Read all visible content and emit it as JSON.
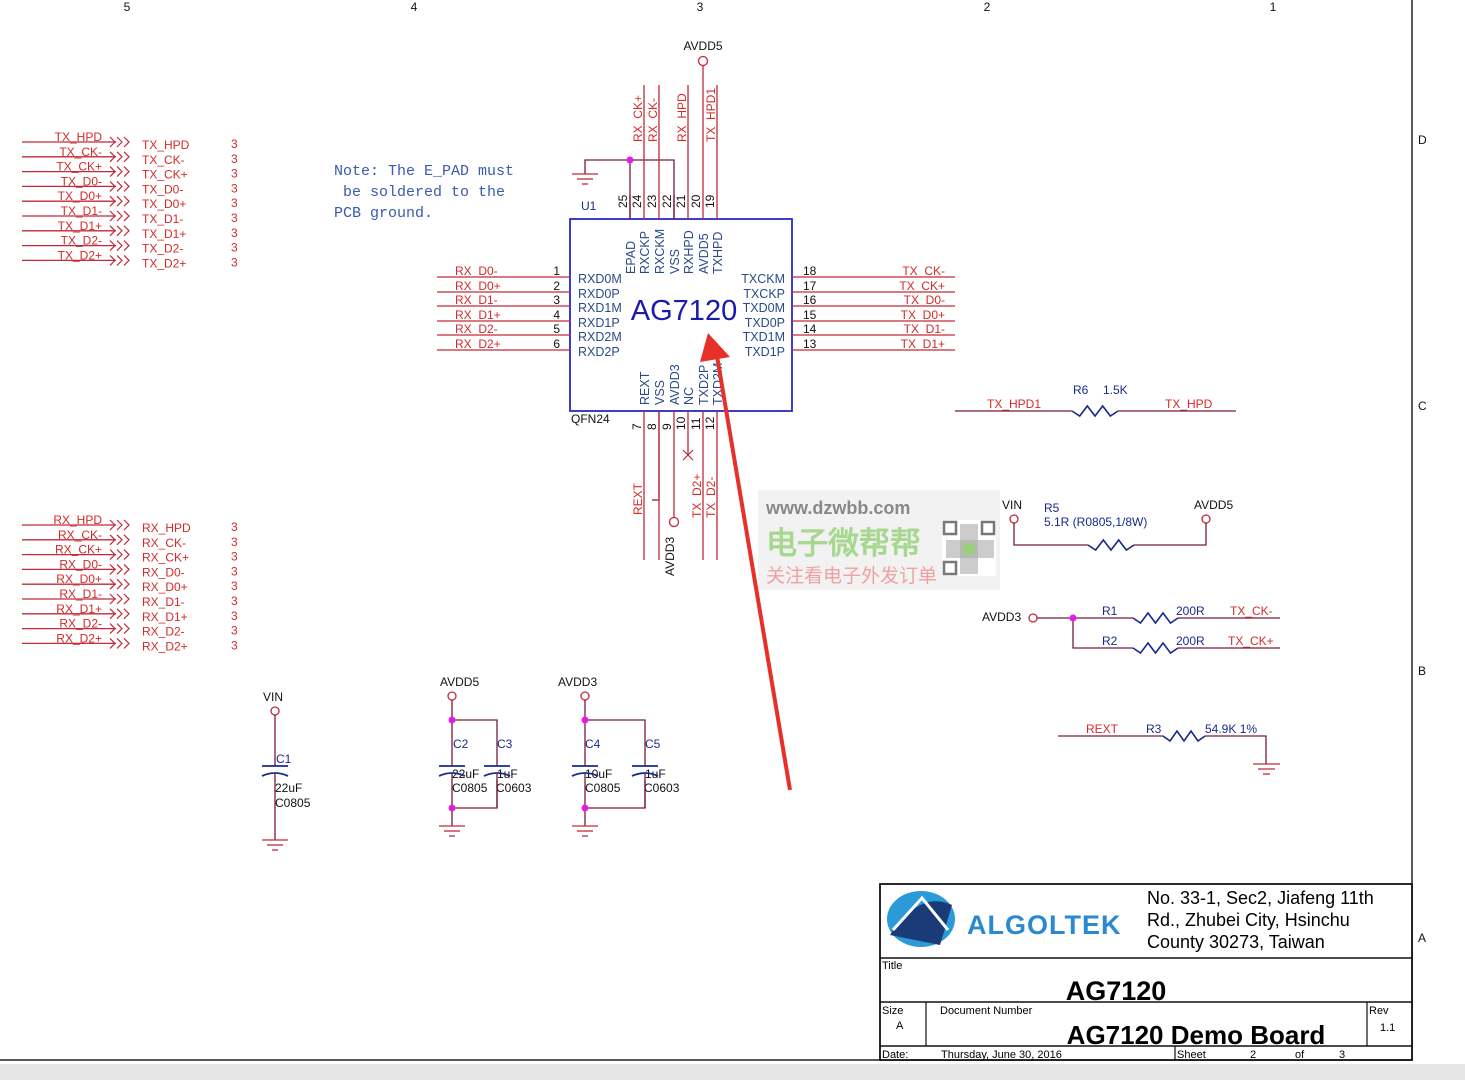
{
  "frame": {
    "columns": [
      "5",
      "4",
      "3",
      "2",
      "1"
    ],
    "rows": [
      "D",
      "C",
      "B",
      "A"
    ]
  },
  "tx_connector": {
    "left": [
      "TX_HPD",
      "TX_CK-",
      "TX_CK+",
      "TX_D0-",
      "TX_D0+",
      "TX_D1-",
      "TX_D1+",
      "TX_D2-",
      "TX_D2+"
    ],
    "right": [
      "TX_HPD",
      "TX_CK-",
      "TX_CK+",
      "TX_D0-",
      "TX_D0+",
      "TX_D1-",
      "TX_D1+",
      "TX_D2-",
      "TX_D2+"
    ],
    "page": "3"
  },
  "rx_connector": {
    "left": [
      "RX_HPD",
      "RX_CK-",
      "RX_CK+",
      "RX_D0-",
      "RX_D0+",
      "RX_D1-",
      "RX_D1+",
      "RX_D2-",
      "RX_D2+"
    ],
    "right": [
      "RX_HPD",
      "RX_CK-",
      "RX_CK+",
      "RX_D0-",
      "RX_D0+",
      "RX_D1-",
      "RX_D1+",
      "RX_D2-",
      "RX_D2+"
    ],
    "page": "3"
  },
  "note": [
    "Note: The E_PAD must",
    " be soldered to the",
    "PCB ground."
  ],
  "chip": {
    "ref": "U1",
    "name": "AG7120",
    "package": "QFN24",
    "power_top": "AVDD5",
    "left_pins": [
      {
        "num": "1",
        "name": "RXD0M",
        "net": "RX_D0-"
      },
      {
        "num": "2",
        "name": "RXD0P",
        "net": "RX_D0+"
      },
      {
        "num": "3",
        "name": "RXD1M",
        "net": "RX_D1-"
      },
      {
        "num": "4",
        "name": "RXD1P",
        "net": "RX_D1+"
      },
      {
        "num": "5",
        "name": "RXD2M",
        "net": "RX_D2-"
      },
      {
        "num": "6",
        "name": "RXD2P",
        "net": "RX_D2+"
      }
    ],
    "right_pins": [
      {
        "num": "18",
        "name": "TXCKM",
        "net": "TX_CK-"
      },
      {
        "num": "17",
        "name": "TXCKP",
        "net": "TX_CK+"
      },
      {
        "num": "16",
        "name": "TXD0M",
        "net": "TX_D0-"
      },
      {
        "num": "15",
        "name": "TXD0P",
        "net": "TX_D0+"
      },
      {
        "num": "14",
        "name": "TXD1M",
        "net": "TX_D1-"
      },
      {
        "num": "13",
        "name": "TXD1P",
        "net": "TX_D1+"
      }
    ],
    "top_pins": [
      {
        "num": "25",
        "name": "EPAD",
        "net": ""
      },
      {
        "num": "24",
        "name": "RXCKP",
        "net": "RX_CK+"
      },
      {
        "num": "23",
        "name": "RXCKM",
        "net": "RX_CK-"
      },
      {
        "num": "22",
        "name": "VSS",
        "net": ""
      },
      {
        "num": "21",
        "name": "RXHPD",
        "net": "RX_HPD"
      },
      {
        "num": "20",
        "name": "AVDD5",
        "net": ""
      },
      {
        "num": "19",
        "name": "TXHPD",
        "net": "TX_HPD1"
      }
    ],
    "bottom_pins": [
      {
        "num": "7",
        "name": "REXT",
        "net": "REXT"
      },
      {
        "num": "8",
        "name": "VSS",
        "net": ""
      },
      {
        "num": "9",
        "name": "AVDD3",
        "net": "AVDD3"
      },
      {
        "num": "10",
        "name": "NC",
        "net": ""
      },
      {
        "num": "11",
        "name": "TXD2P",
        "net": "TX_D2+"
      },
      {
        "num": "12",
        "name": "TXD2M",
        "net": "TX_D2-"
      }
    ]
  },
  "resistors": {
    "r6": {
      "ref": "R6",
      "value": "1.5K",
      "net_a": "TX_HPD1",
      "net_b": "TX_HPD"
    },
    "r5": {
      "ref": "R5",
      "value": "5.1R (R0805,1/8W)",
      "net_a": "VIN",
      "net_b": "AVDD5"
    },
    "r1": {
      "ref": "R1",
      "value": "200R",
      "net_a": "AVDD3",
      "net_b": "TX_CK-"
    },
    "r2": {
      "ref": "R2",
      "value": "200R",
      "net_b": "TX_CK+"
    },
    "r3": {
      "ref": "R3",
      "value": "54.9K 1%",
      "net_a": "REXT"
    }
  },
  "capacitors": {
    "c1": {
      "ref": "C1",
      "value": "22uF",
      "pkg": "C0805",
      "power": "VIN"
    },
    "c2": {
      "ref": "C2",
      "value": "22uF",
      "pkg": "C0805",
      "power": "AVDD5"
    },
    "c3": {
      "ref": "C3",
      "value": "1uF",
      "pkg": "C0603"
    },
    "c4": {
      "ref": "C4",
      "value": "10uF",
      "pkg": "C0805",
      "power": "AVDD3"
    },
    "c5": {
      "ref": "C5",
      "value": "1uF",
      "pkg": "C0603"
    }
  },
  "watermark": {
    "url": "www.dzwbb.com",
    "name": "电子微帮帮",
    "slogan": "关注看电子外发订单"
  },
  "title_block": {
    "company": "ALGOLTEK",
    "address": [
      "No. 33-1, Sec2, Jiafeng 11th",
      "Rd., Zhubei City, Hsinchu",
      "County 30273, Taiwan"
    ],
    "title_label": "Title",
    "title": "AG7120",
    "size_label": "Size",
    "size": "A",
    "docnum_label": "Document Number",
    "docnum": "AG7120 Demo Board",
    "rev_label": "Rev",
    "rev": "1.1",
    "date_label": "Date:",
    "date": "Thursday, June 30, 2016",
    "sheet_label": "Sheet",
    "sheet": "2",
    "of_label": "of",
    "total": "3"
  },
  "colors": {
    "net": "#d42a2a",
    "chip_border": "#2a2ac0",
    "pin_text": "#2a4a8a",
    "junction": "#e020e0",
    "arrow": "#e8302a"
  }
}
